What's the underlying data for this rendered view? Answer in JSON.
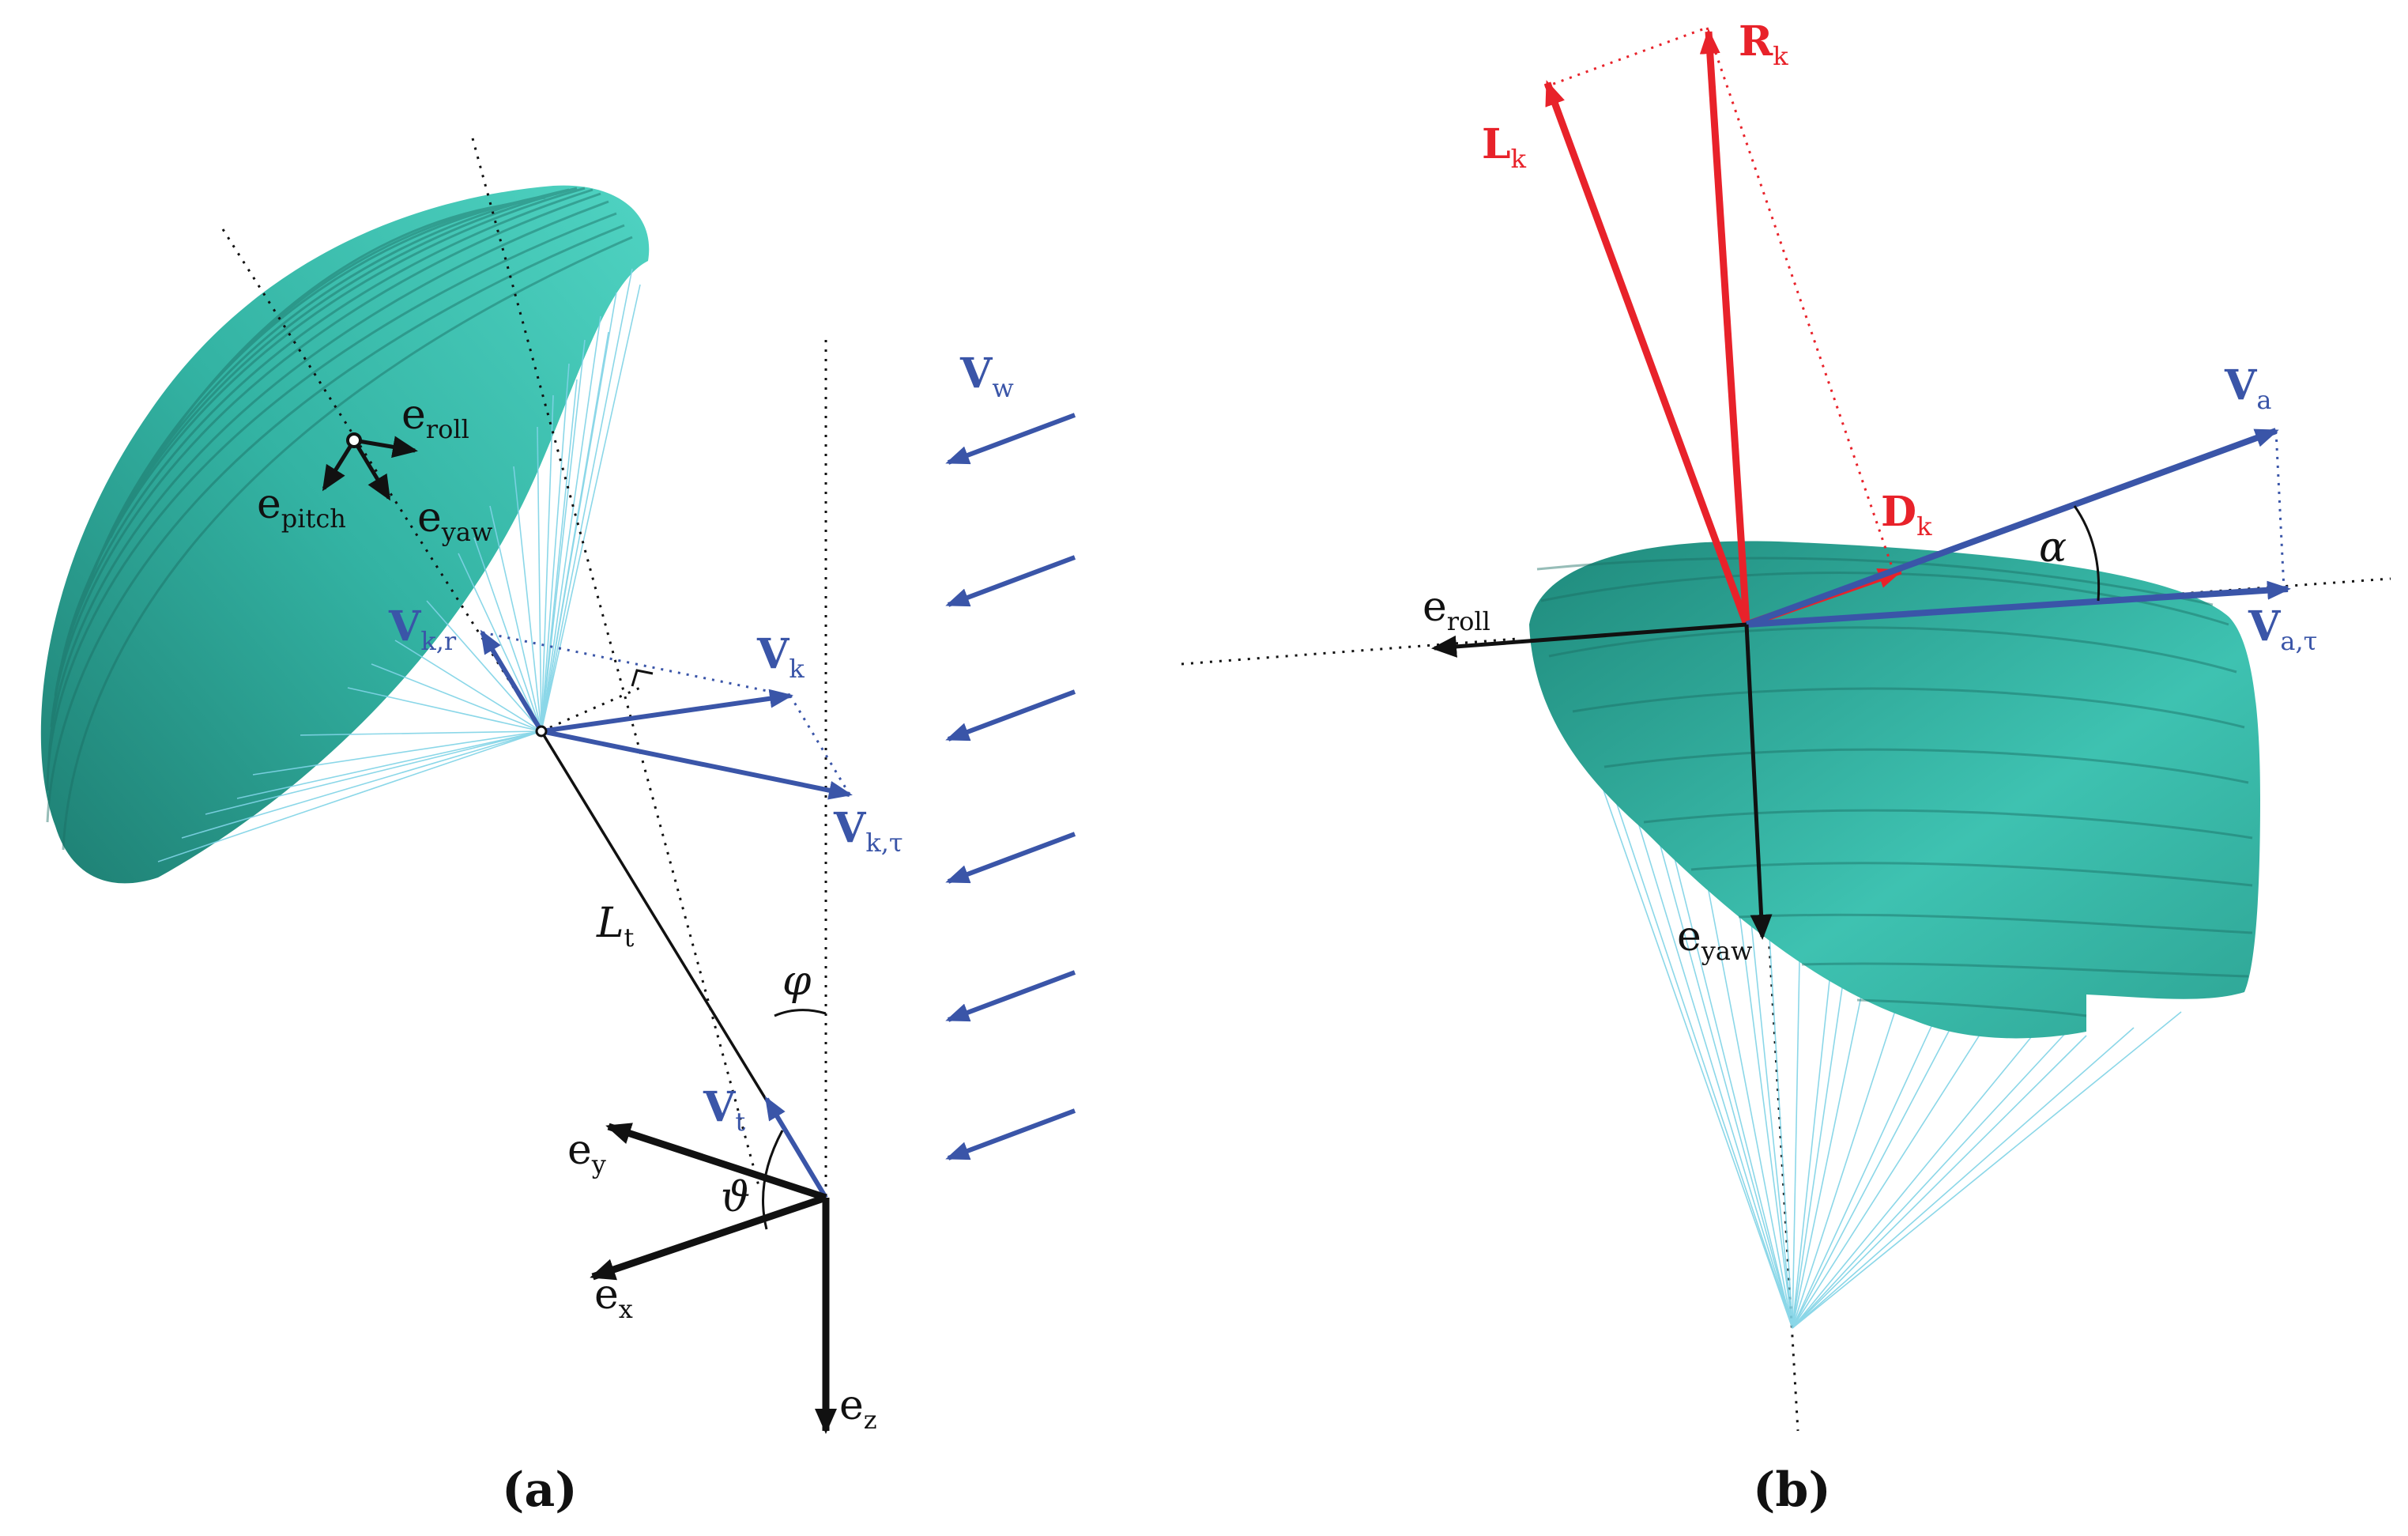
{
  "colors": {
    "canopy": "#3fc2b0",
    "canopy_dark": "#1e7f73",
    "lines": "#7fd3e6",
    "blue": "#3a55a8",
    "red": "#e8222a",
    "black": "#111111"
  },
  "panel_a": {
    "caption": "(a)",
    "labels": {
      "e_roll": {
        "main": "e",
        "sub": "roll"
      },
      "e_pitch": {
        "main": "e",
        "sub": "pitch"
      },
      "e_yaw": {
        "main": "e",
        "sub": "yaw"
      },
      "v_kr": {
        "main": "V",
        "sub": "k,r"
      },
      "v_k": {
        "main": "V",
        "sub": "k"
      },
      "v_ktau": {
        "main": "V",
        "sub": "k,τ"
      },
      "v_w": {
        "main": "V",
        "sub": "w"
      },
      "l_t": {
        "main": "L",
        "sub": "t"
      },
      "phi": "φ",
      "v_t": {
        "main": "V",
        "sub": "t"
      },
      "theta": "ϑ",
      "e_y": {
        "main": "e",
        "sub": "y"
      },
      "e_x": {
        "main": "e",
        "sub": "x"
      },
      "e_z": {
        "main": "e",
        "sub": "z"
      }
    }
  },
  "panel_b": {
    "caption": "(b)",
    "labels": {
      "r_k": {
        "main": "R",
        "sub": "k"
      },
      "l_k": {
        "main": "L",
        "sub": "k"
      },
      "d_k": {
        "main": "D",
        "sub": "k"
      },
      "v_a": {
        "main": "V",
        "sub": "a"
      },
      "v_atau": {
        "main": "V",
        "sub": "a,τ"
      },
      "alpha": "α",
      "e_roll": {
        "main": "e",
        "sub": "roll"
      },
      "e_yaw": {
        "main": "e",
        "sub": "yaw"
      }
    }
  }
}
